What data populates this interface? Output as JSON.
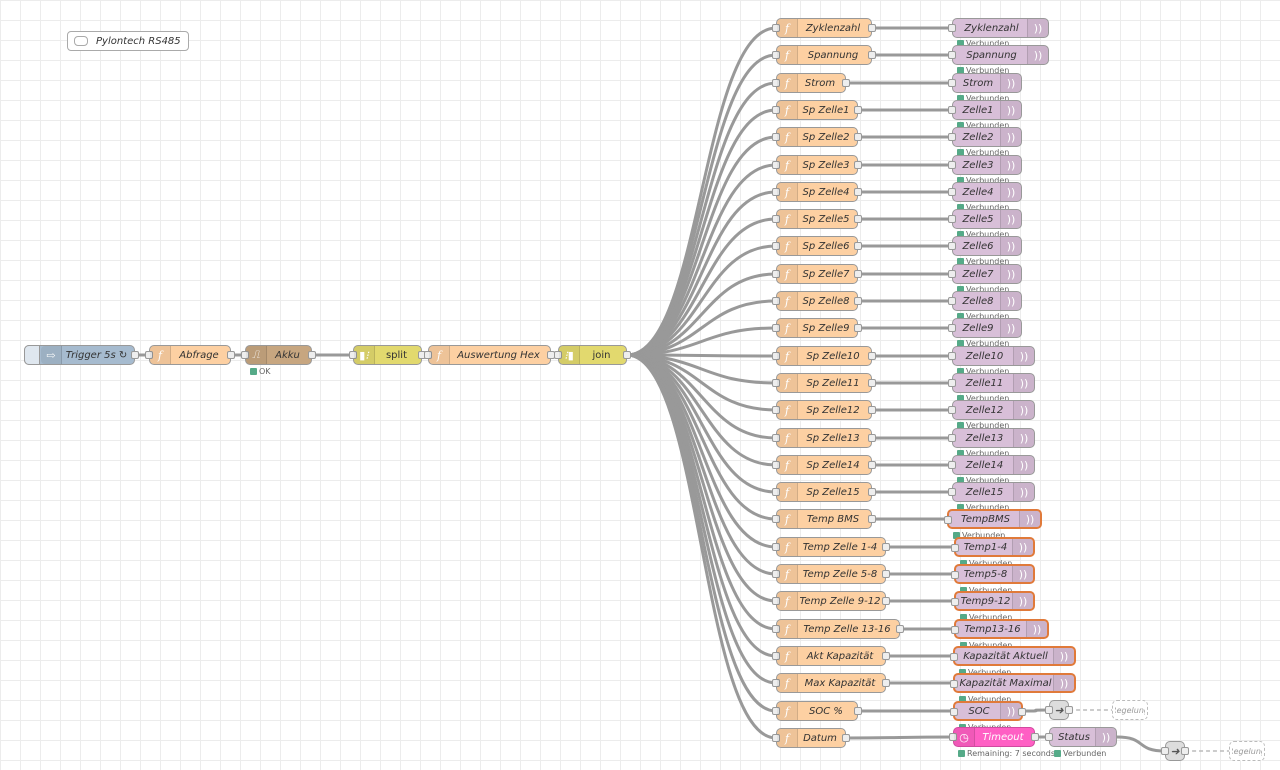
{
  "comment": {
    "label": "Pylontech RS485"
  },
  "inject": {
    "label": "Trigger 5s ↻"
  },
  "abfrage": {
    "label": "Abfrage"
  },
  "akku": {
    "label": "Akku",
    "status": "OK"
  },
  "split": {
    "label": "split"
  },
  "auswertung": {
    "label": "Auswertung Hex"
  },
  "join": {
    "label": "join"
  },
  "functions": [
    {
      "label": "Zyklenzahl"
    },
    {
      "label": "Spannung"
    },
    {
      "label": "Strom"
    },
    {
      "label": "Sp Zelle1"
    },
    {
      "label": "Sp Zelle2"
    },
    {
      "label": "Sp Zelle3"
    },
    {
      "label": "Sp Zelle4"
    },
    {
      "label": "Sp Zelle5"
    },
    {
      "label": "Sp Zelle6"
    },
    {
      "label": "Sp Zelle7"
    },
    {
      "label": "Sp Zelle8"
    },
    {
      "label": "Sp Zelle9"
    },
    {
      "label": "Sp Zelle10"
    },
    {
      "label": "Sp Zelle11"
    },
    {
      "label": "Sp Zelle12"
    },
    {
      "label": "Sp Zelle13"
    },
    {
      "label": "Sp Zelle14"
    },
    {
      "label": "Sp Zelle15"
    },
    {
      "label": "Temp BMS"
    },
    {
      "label": "Temp Zelle 1-4"
    },
    {
      "label": "Temp Zelle 5-8"
    },
    {
      "label": "Temp Zelle 9-12"
    },
    {
      "label": "Temp Zelle 13-16"
    },
    {
      "label": "Akt Kapazität"
    },
    {
      "label": "Max Kapazität"
    },
    {
      "label": "SOC %"
    },
    {
      "label": "Datum"
    }
  ],
  "outputs": [
    {
      "label": "Zyklenzahl"
    },
    {
      "label": "Spannung"
    },
    {
      "label": "Strom"
    },
    {
      "label": "Zelle1"
    },
    {
      "label": "Zelle2"
    },
    {
      "label": "Zelle3"
    },
    {
      "label": "Zelle4"
    },
    {
      "label": "Zelle5"
    },
    {
      "label": "Zelle6"
    },
    {
      "label": "Zelle7"
    },
    {
      "label": "Zelle8"
    },
    {
      "label": "Zelle9"
    },
    {
      "label": "Zelle10"
    },
    {
      "label": "Zelle11"
    },
    {
      "label": "Zelle12"
    },
    {
      "label": "Zelle13"
    },
    {
      "label": "Zelle14"
    },
    {
      "label": "Zelle15"
    },
    {
      "label": "TempBMS"
    },
    {
      "label": "Temp1-4"
    },
    {
      "label": "Temp5-8"
    },
    {
      "label": "Temp9-12"
    },
    {
      "label": "Temp13-16"
    },
    {
      "label": "Kapazität Aktuell"
    },
    {
      "label": "Kapazität Maximal"
    },
    {
      "label": "SOC"
    }
  ],
  "status_text": "Verbunden",
  "timeout": {
    "label": "Timeout",
    "status": "Remaining: 7 seconds"
  },
  "status_node": {
    "label": "Status",
    "status": "Verbunden"
  },
  "regelung": {
    "label1": "Regelung",
    "label2": "Regelung"
  }
}
